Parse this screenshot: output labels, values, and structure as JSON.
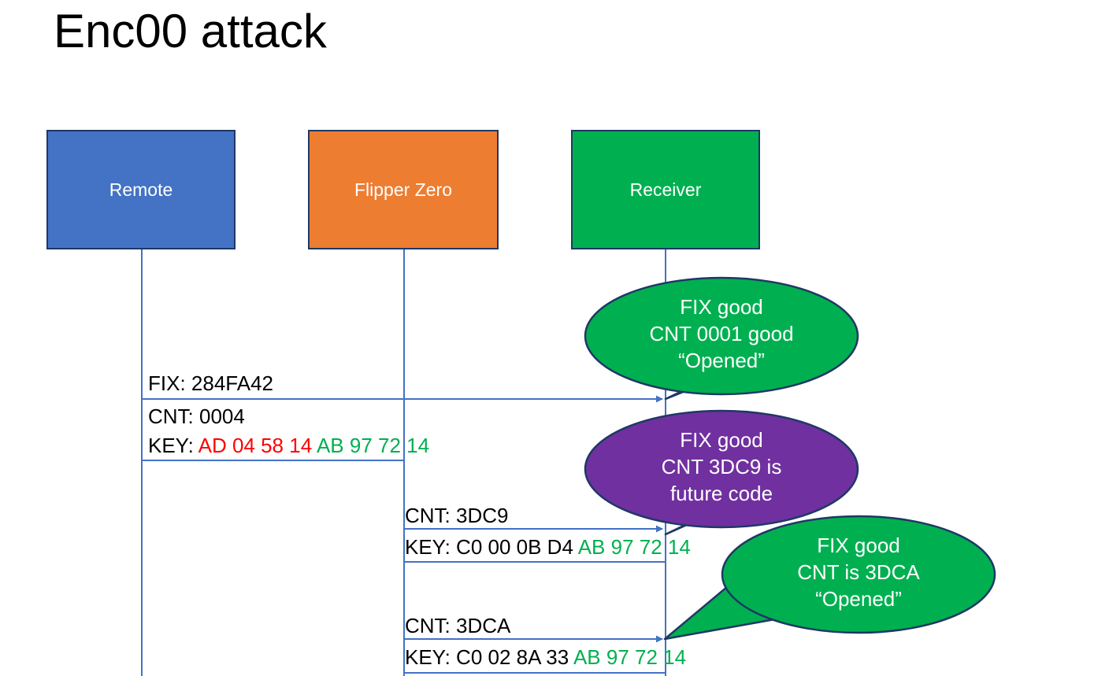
{
  "slide": {
    "title": "Enc00 attack",
    "background_color": "#FFFFFF"
  },
  "colors": {
    "remote": "#4472C4",
    "flipper": "#ED7D31",
    "receiver": "#00B050",
    "callout_green": "#00B050",
    "callout_purple": "#7030A0",
    "line": "#4472C4",
    "box_outline": "#1F3864",
    "hex_red": "#FF0000",
    "hex_green": "#00B050",
    "text": "#000000"
  },
  "actors": [
    {
      "id": "remote",
      "label": "Remote",
      "color": "#4472C4"
    },
    {
      "id": "flipper",
      "label": "Flipper Zero",
      "color": "#ED7D31"
    },
    {
      "id": "receiver",
      "label": "Receiver",
      "color": "#00B050"
    }
  ],
  "messages": [
    {
      "id": "msg1",
      "from": "remote",
      "to": "receiver",
      "fix_line": "FIX: 284FA42",
      "cnt_line": "CNT: 0004",
      "key_prefix": "KEY: ",
      "key_first_half": "AD 04 58 14",
      "key_second_half": " AB 97 72 14"
    },
    {
      "id": "msg2",
      "from": "flipper",
      "to": "receiver",
      "cnt_line": "CNT: 3DC9",
      "key_prefix": "KEY: C0 00 0B D4",
      "key_second_half": " AB 97 72 14"
    },
    {
      "id": "msg3",
      "from": "flipper",
      "to": "receiver",
      "cnt_line": "CNT: 3DCA",
      "key_prefix": "KEY: C0 02 8A 33",
      "key_second_half": " AB 97 72 14"
    }
  ],
  "callouts": [
    {
      "id": "callout-1",
      "color": "#00B050",
      "line1": "FIX good",
      "line2": "CNT 0001 good",
      "line3": "“Opened”"
    },
    {
      "id": "callout-2",
      "color": "#7030A0",
      "line1": "FIX good",
      "line2": "CNT 3DC9 is",
      "line3": "future code"
    },
    {
      "id": "callout-3",
      "color": "#00B050",
      "line1": "FIX good",
      "line2": "CNT is 3DCA",
      "line3": "“Opened”"
    }
  ]
}
